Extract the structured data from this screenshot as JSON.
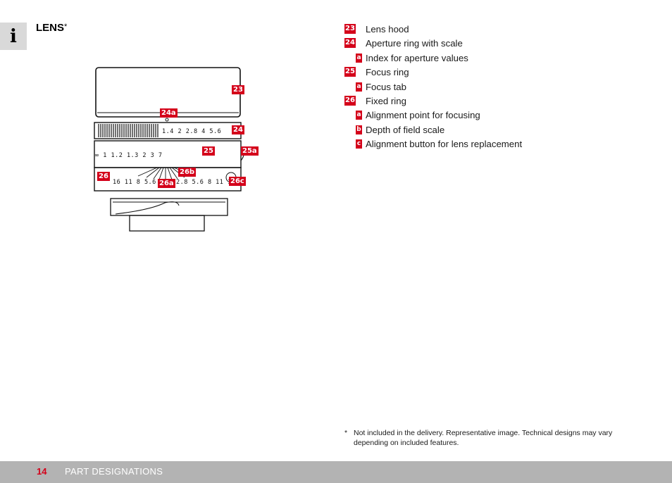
{
  "info_icon": "i",
  "title": "LENS",
  "title_mark": "*",
  "diagram": {
    "callouts": {
      "c23": "23",
      "c24a": "24a",
      "c24": "24",
      "c25": "25",
      "c25a": "25a",
      "c26": "26",
      "c26b": "26b",
      "c26a": "26a",
      "c26c": "26c"
    },
    "aperture_scale": "1.4   2   2.8   4   5.6",
    "distance_scale": "∞  1  1.2  1.3   2    3     7",
    "dof_scale_left": "16  11  8  5.6  2.8",
    "dof_scale_right": "2.8  5.6  8  11  16"
  },
  "parts": [
    {
      "num": "23",
      "sub": "",
      "label": "Lens hood"
    },
    {
      "num": "24",
      "sub": "",
      "label": "Aperture ring with scale"
    },
    {
      "num": "",
      "sub": "a",
      "label": "Index for aperture values"
    },
    {
      "num": "25",
      "sub": "",
      "label": "Focus ring"
    },
    {
      "num": "",
      "sub": "a",
      "label": "Focus tab"
    },
    {
      "num": "26",
      "sub": "",
      "label": "Fixed ring"
    },
    {
      "num": "",
      "sub": "a",
      "label": "Alignment point for focusing"
    },
    {
      "num": "",
      "sub": "b",
      "label": "Depth of field scale"
    },
    {
      "num": "",
      "sub": "c",
      "label": "Alignment button for lens replacement"
    }
  ],
  "footnote": {
    "star": "*",
    "text": "Not included in the delivery. Representative image. Technical designs may vary depending on included features."
  },
  "footer": {
    "page_number": "14",
    "section": "PART DESIGNATIONS"
  },
  "colors": {
    "accent": "#d4001a",
    "footer_bg": "#b3b3b3",
    "tab_bg": "#d9d9d9"
  }
}
